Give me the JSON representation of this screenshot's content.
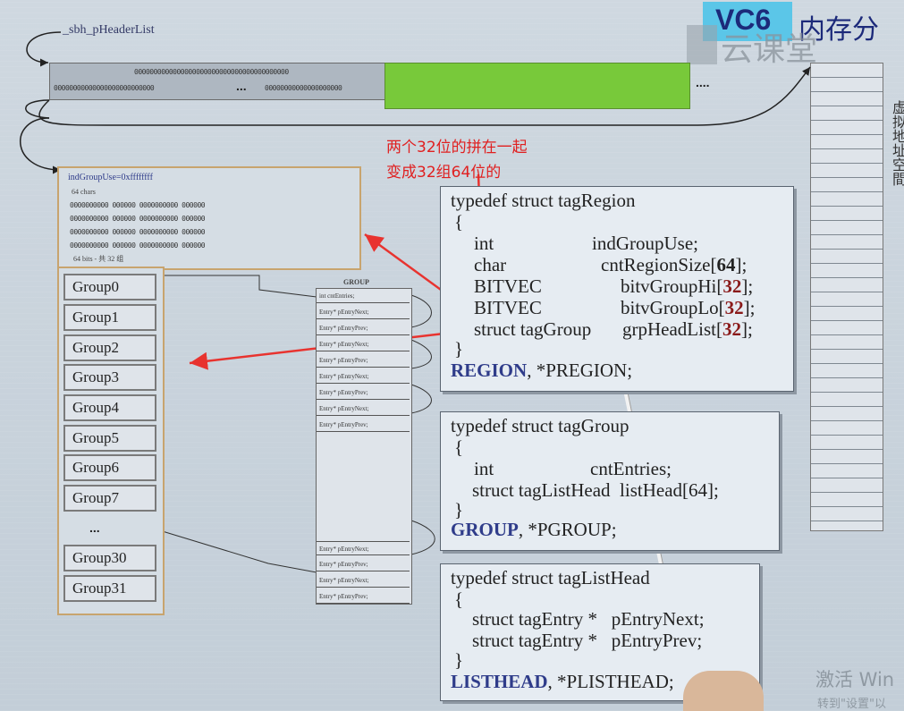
{
  "header": {
    "title_vc": "VC6",
    "title_cn": "内存分",
    "logo_text": "云课堂"
  },
  "sbh": {
    "label": "_sbh_pHeaderList",
    "bits_top": "0000000000000000000000000000000000000000",
    "bits_bottom_left": "00000000000000000000000000",
    "ellipsis_mid": "...",
    "bits_bottom_right": "00000000000000000000",
    "ellipsis_right": "...."
  },
  "region_panel": {
    "ind_label": "indGroupUse=0xffffffff",
    "chars_label": "64 chars",
    "bits_row": "0000000000 000000 0000000000 000000",
    "footer": "64 bits - 共 32 组",
    "groups": [
      "Group0",
      "Group1",
      "Group2",
      "Group3",
      "Group4",
      "Group5",
      "Group6",
      "Group7",
      "...",
      "Group30",
      "Group31"
    ]
  },
  "group_table": {
    "title": "GROUP",
    "first_row": "int cntEntries;",
    "entries": [
      "Entry* pEntryNext;",
      "Entry* pEntryPrev;",
      "Entry* pEntryNext;",
      "Entry* pEntryPrev;",
      "Entry* pEntryNext;",
      "Entry* pEntryPrev;",
      "Entry* pEntryNext;",
      "Entry* pEntryPrev;"
    ],
    "bottom_entries": [
      "Entry* pEntryNext;",
      "Entry* pEntryPrev;",
      "Entry* pEntryNext;",
      "Entry* pEntryPrev;"
    ]
  },
  "annotation": {
    "line1": "两个32位的拼在一起",
    "line2": "变成32组64位的",
    "color": "#e02020"
  },
  "code_region": {
    "l1": "typedef struct tagRegion",
    "l2": "{",
    "l3a": "int",
    "l3b": "indGroupUse;",
    "l4a": "char",
    "l4b": "cntRegionSize[",
    "l4n": "64",
    "l4c": "];",
    "l5a": "BITVEC",
    "l5b": "bitvGroupHi[",
    "l5n": "32",
    "l5c": "];",
    "l6a": "BITVEC",
    "l6b": "bitvGroupLo[",
    "l6n": "32",
    "l6c": "];",
    "l7a": "struct tagGroup",
    "l7b": "grpHeadList[",
    "l7n": "32",
    "l7c": "];",
    "l8": "}",
    "l9a": "REGION",
    "l9b": ", *PREGION;"
  },
  "code_group": {
    "l1": "typedef struct tagGroup",
    "l2": "{",
    "l3a": "int",
    "l3b": "cntEntries;",
    "l4": "struct tagListHead  listHead[64];",
    "l5": "}",
    "l6a": "GROUP",
    "l6b": ", *PGROUP;"
  },
  "code_listhead": {
    "l1": "typedef struct tagListHead",
    "l2": "{",
    "l3": "struct tagEntry *   pEntryNext;",
    "l4": "struct tagEntry *   pEntryPrev;",
    "l5": "}",
    "l6a": "LISTHEAD",
    "l6b": ", *PLISTHEAD;"
  },
  "addr_space": {
    "vertical_label": "虚拟地址空間"
  },
  "watermark": {
    "line1": "激活 Win",
    "line2": "转到\"设置\"以"
  }
}
